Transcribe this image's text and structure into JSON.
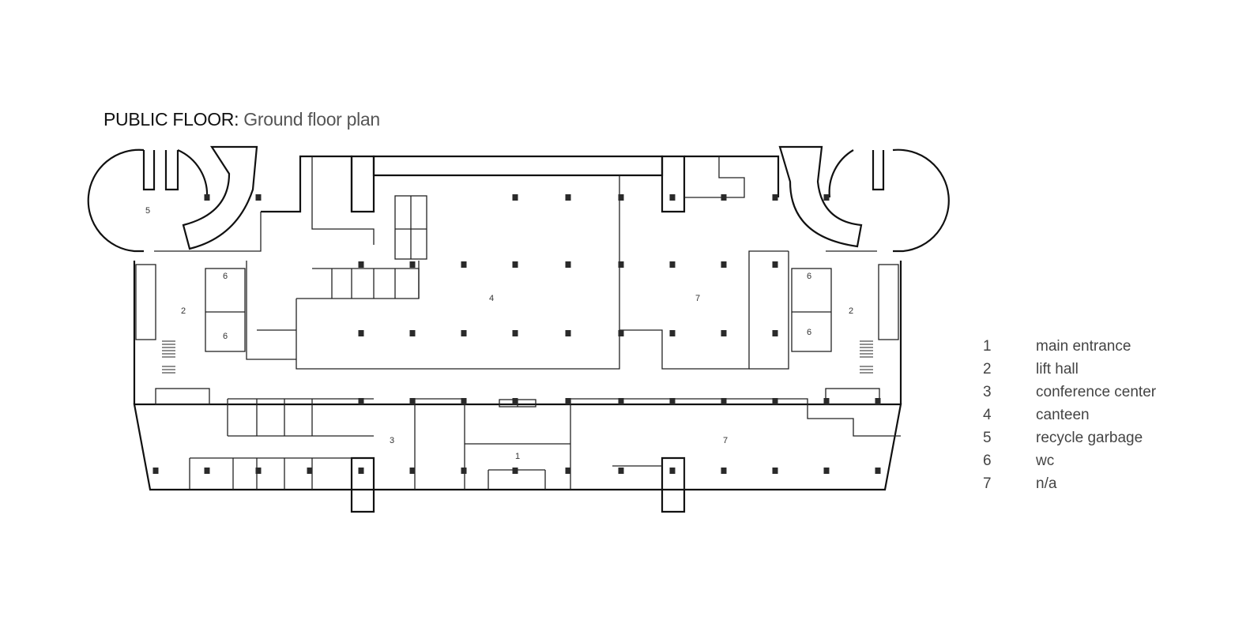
{
  "title": {
    "strong": "PUBLIC FLOOR:",
    "light": "Ground floor plan"
  },
  "room_labels": [
    {
      "id": "r5",
      "text": "5"
    },
    {
      "id": "r6a",
      "text": "6"
    },
    {
      "id": "r2a",
      "text": "2"
    },
    {
      "id": "r6b",
      "text": "6"
    },
    {
      "id": "r4",
      "text": "4"
    },
    {
      "id": "r7a",
      "text": "7"
    },
    {
      "id": "r6c",
      "text": "6"
    },
    {
      "id": "r2b",
      "text": "2"
    },
    {
      "id": "r6d",
      "text": "6"
    },
    {
      "id": "r3",
      "text": "3"
    },
    {
      "id": "r1",
      "text": "1"
    },
    {
      "id": "r7b",
      "text": "7"
    }
  ],
  "legend": [
    {
      "num": "1",
      "label": "main entrance"
    },
    {
      "num": "2",
      "label": "lift hall"
    },
    {
      "num": "3",
      "label": "conference center"
    },
    {
      "num": "4",
      "label": "canteen"
    },
    {
      "num": "5",
      "label": "recycle garbage"
    },
    {
      "num": "6",
      "label": "wc"
    },
    {
      "num": "7",
      "label": "n/a"
    }
  ],
  "colors": {
    "wall": "#111111",
    "column": "#2a2a2a",
    "text": "#444444"
  }
}
